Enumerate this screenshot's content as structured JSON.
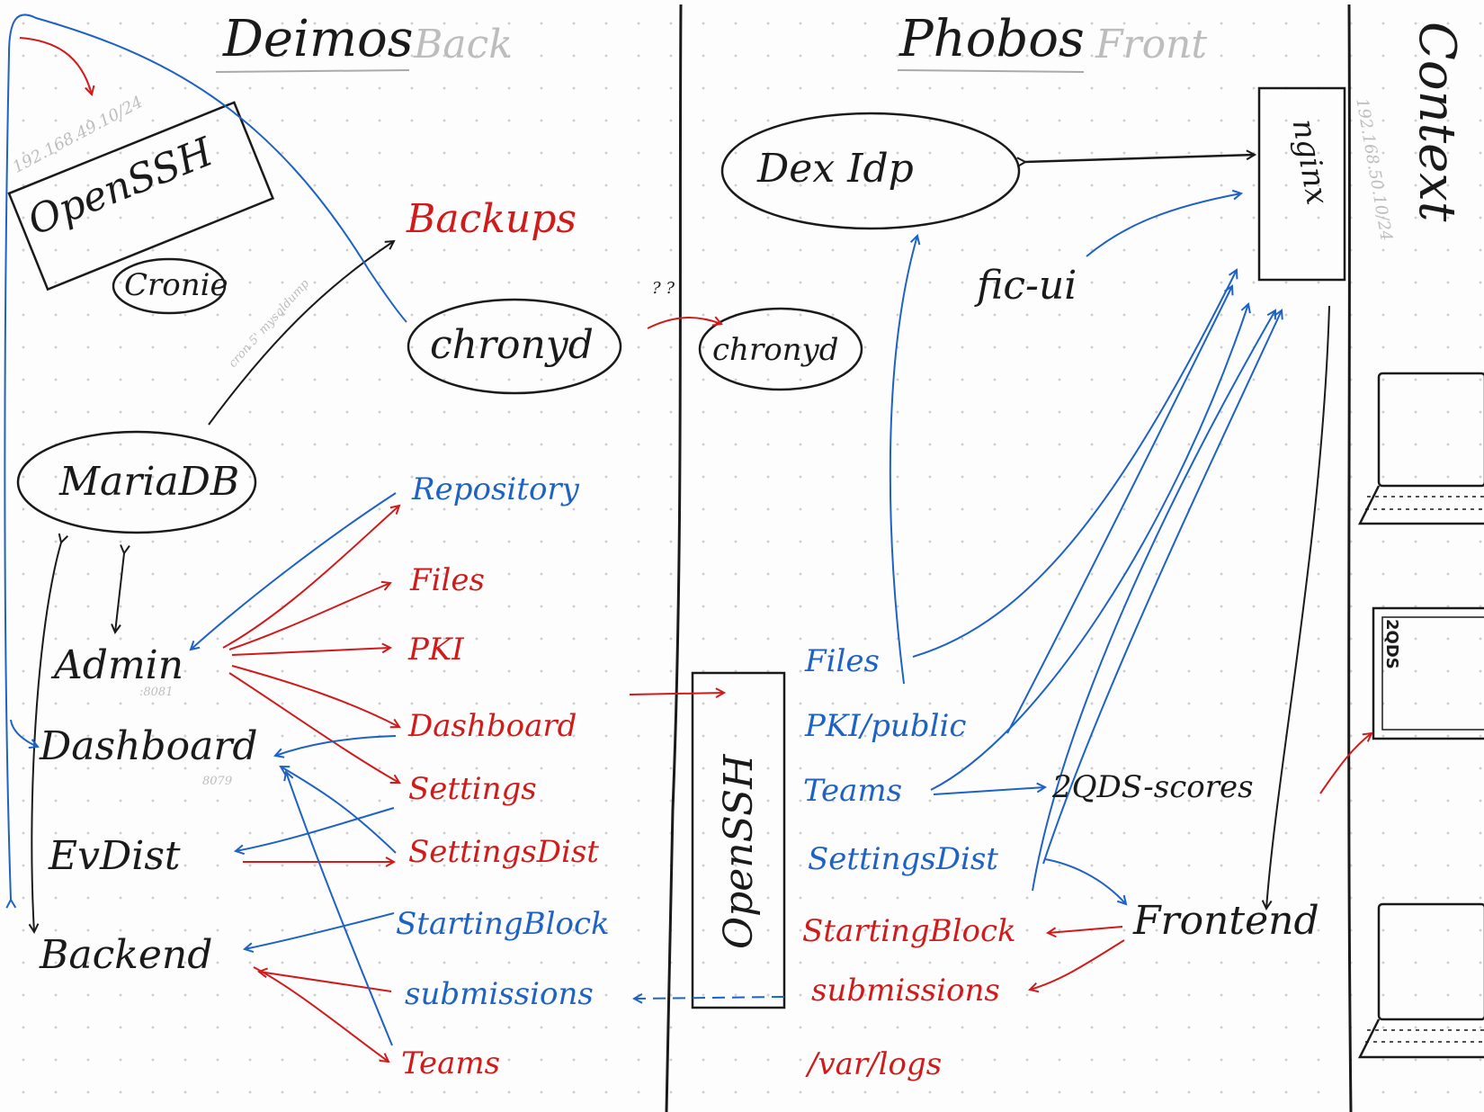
{
  "sections": {
    "deimos": {
      "title": "Deimos",
      "subtitle": "Back"
    },
    "phobos": {
      "title": "Phobos",
      "subtitle": "Front"
    },
    "context": {
      "title": "Context"
    }
  },
  "ips": {
    "deimos": "192.168.49.10/24",
    "phobos": "192.168.50.10/24"
  },
  "deimos_nodes": {
    "openssh": "OpenSSH",
    "cronie": "Cronie",
    "mariadb": "MariaDB",
    "chronyd": "chronyd",
    "backups": "Backups",
    "cron_note": "cron 5' mysqldump",
    "admin": "Admin",
    "admin_port": ":8081",
    "dashboard": "Dashboard",
    "dashboard_port": "8079",
    "evdist": "EvDist",
    "backend": "Backend"
  },
  "deimos_storage": [
    {
      "label": "Repository",
      "color": "blue"
    },
    {
      "label": "Files",
      "color": "red"
    },
    {
      "label": "PKI",
      "color": "red"
    },
    {
      "label": "Dashboard",
      "color": "red"
    },
    {
      "label": "Settings",
      "color": "red"
    },
    {
      "label": "SettingsDist",
      "color": "red"
    },
    {
      "label": "StartingBlock",
      "color": "blue"
    },
    {
      "label": "submissions",
      "color": "blue"
    },
    {
      "label": "Teams",
      "color": "red"
    }
  ],
  "phobos_nodes": {
    "deximd": "Dex Idp",
    "nginx": "nginx",
    "fic_ui": "fic-ui",
    "chronyd": "chronyd",
    "openssh": "OpenSSH",
    "qualif_scores": "2QDS-scores",
    "frontend": "Frontend",
    "question_marks": "? ?"
  },
  "phobos_storage": [
    {
      "label": "Files",
      "color": "blue"
    },
    {
      "label": "PKI/public",
      "color": "blue"
    },
    {
      "label": "Teams",
      "color": "blue"
    },
    {
      "label": "SettingsDist",
      "color": "blue"
    },
    {
      "label": "StartingBlock",
      "color": "red"
    },
    {
      "label": "submissions",
      "color": "red"
    },
    {
      "label": "/var/logs",
      "color": "red"
    }
  ],
  "context_items": {
    "zqds": "2QDS"
  },
  "colors": {
    "ink": "#1a1a1a",
    "red": "#d11b1b",
    "blue": "#1e62c4",
    "grey": "#bdbdbd"
  }
}
